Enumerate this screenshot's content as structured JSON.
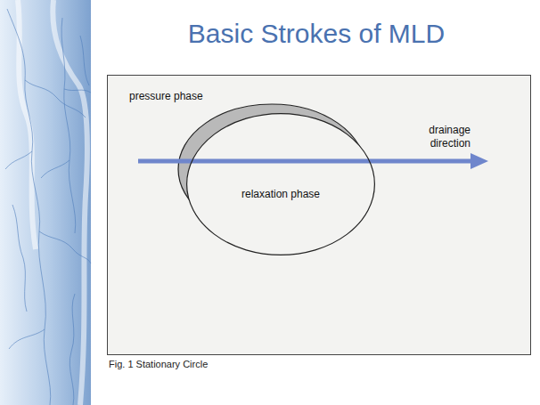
{
  "diagram": {
    "title": "Basic Strokes of MLD",
    "caption": "Fig. 1 Stationary Circle",
    "nodes": [
      {
        "text": [
          "relaxation phase"
        ]
      }
    ],
    "labels": [
      "pressure phase",
      "drainage direction"
    ]
  }
}
